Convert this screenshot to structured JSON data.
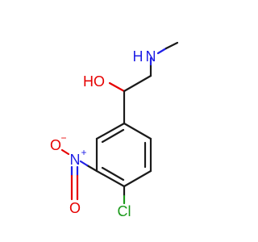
{
  "molecule": {
    "atoms": {
      "hydroxyl": "HO",
      "amine_n": "N",
      "amine_h": "H",
      "nitro_n": "N",
      "nitro_n_charge": "+",
      "nitro_o_upper": "O",
      "nitro_o_upper_charge": "−",
      "nitro_o_lower": "O",
      "chlorine": "Cl"
    },
    "colors": {
      "carbon": "#1a1a1a",
      "nitrogen": "#2020e6",
      "oxygen": "#e60000",
      "chlorine": "#1a9a1a"
    }
  }
}
